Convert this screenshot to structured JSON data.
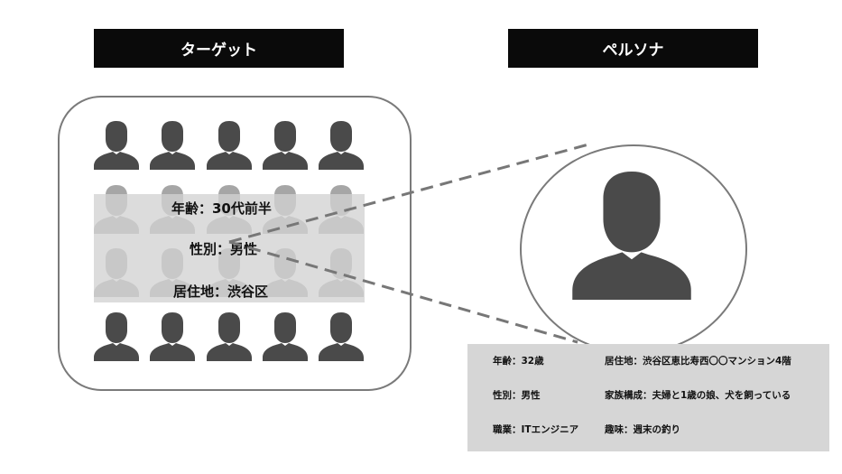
{
  "headers": {
    "target": "ターゲット",
    "persona": "ペルソナ"
  },
  "target_overlay": {
    "age": "年齢：30代前半",
    "gender": "性別：男性",
    "residence": "居住地：渋谷区"
  },
  "persona_details": {
    "age": "年齢：32歳",
    "gender": "性別：男性",
    "occupation": "職業：ITエンジニア",
    "residence": "居住地：渋谷区恵比寿西〇〇マンション4階",
    "family": "家族構成：夫婦と1歳の娘、犬を飼っている",
    "hobby": "趣味：週末の釣り"
  },
  "icons": {
    "person": "person-silhouette-icon"
  },
  "colors": {
    "header_bg": "#0a0a0a",
    "header_text": "#ffffff",
    "silhouette": "#4a4a4a",
    "silhouette_faded": "#a6a6a6",
    "border": "#7a7a7a",
    "overlay_bg": "#d2d2d2",
    "detail_bg": "#d6d6d6"
  }
}
